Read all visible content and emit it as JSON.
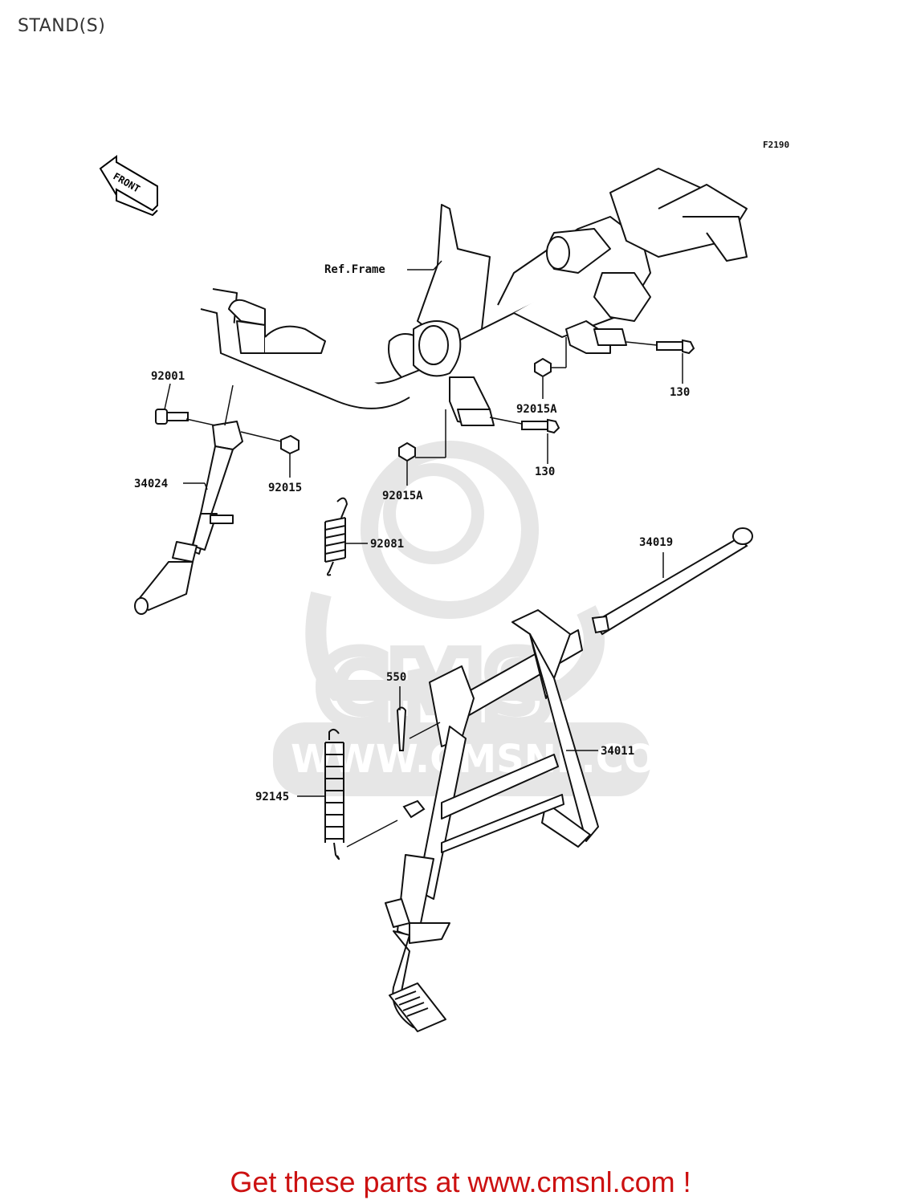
{
  "page": {
    "title": "STAND(S)"
  },
  "diagram": {
    "figure_code": "F2190",
    "direction_label": "FRONT",
    "reference_label": "Ref.Frame",
    "watermark": "WWW.CMSNL.COM",
    "watermark_logo": "CMS",
    "parts": [
      {
        "id": "92001",
        "label": "92001"
      },
      {
        "id": "34024",
        "label": "34024"
      },
      {
        "id": "92015",
        "label": "92015"
      },
      {
        "id": "92015A-upper",
        "label": "92015A"
      },
      {
        "id": "92015A-lower",
        "label": "92015A"
      },
      {
        "id": "130-upper",
        "label": "130"
      },
      {
        "id": "130-lower",
        "label": "130"
      },
      {
        "id": "92081",
        "label": "92081"
      },
      {
        "id": "34019",
        "label": "34019"
      },
      {
        "id": "550",
        "label": "550"
      },
      {
        "id": "34011",
        "label": "34011"
      },
      {
        "id": "92145",
        "label": "92145"
      }
    ]
  },
  "footer": {
    "link_text": "Get these parts at www.cmsnl.com !"
  },
  "colors": {
    "footer": "#cc1111",
    "line": "#111111",
    "watermark": "#e6e6e6"
  }
}
